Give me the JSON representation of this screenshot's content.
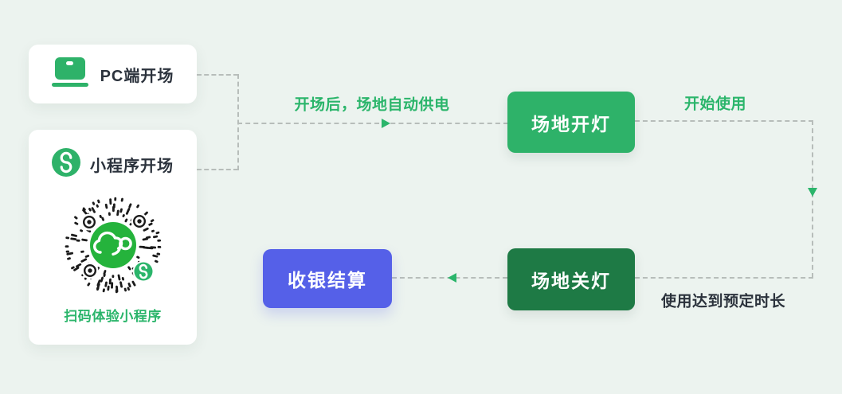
{
  "page": {
    "type": "venue-open-close-flow-diagram"
  },
  "colors": {
    "background": "#ecf3ef",
    "card_bg": "#ffffff",
    "green": "#2eb269",
    "green_dark": "#1e7a45",
    "green_text": "#2bb56b",
    "wechat_green": "#25b33c",
    "purple": "#5560e8",
    "line_gray": "#b7bdba",
    "text_dark": "#2b323c",
    "qr_black": "#1b1b1b"
  },
  "cards": {
    "pc": {
      "label": "PC端开场",
      "icon": "laptop-icon"
    },
    "miniprogram": {
      "label": "小程序开场",
      "icon": "miniprogram-s-icon",
      "qr": "wechat-minicode-qr",
      "qr_caption": "扫码体验小程序"
    }
  },
  "nodes": {
    "lights_on": {
      "label": "场地开灯"
    },
    "lights_off": {
      "label": "场地关灯"
    },
    "checkout": {
      "label": "收银结算"
    }
  },
  "edges": {
    "power_label": "开场后，场地自动供电",
    "start_label": "开始使用",
    "duration_label": "使用达到预定时长"
  }
}
